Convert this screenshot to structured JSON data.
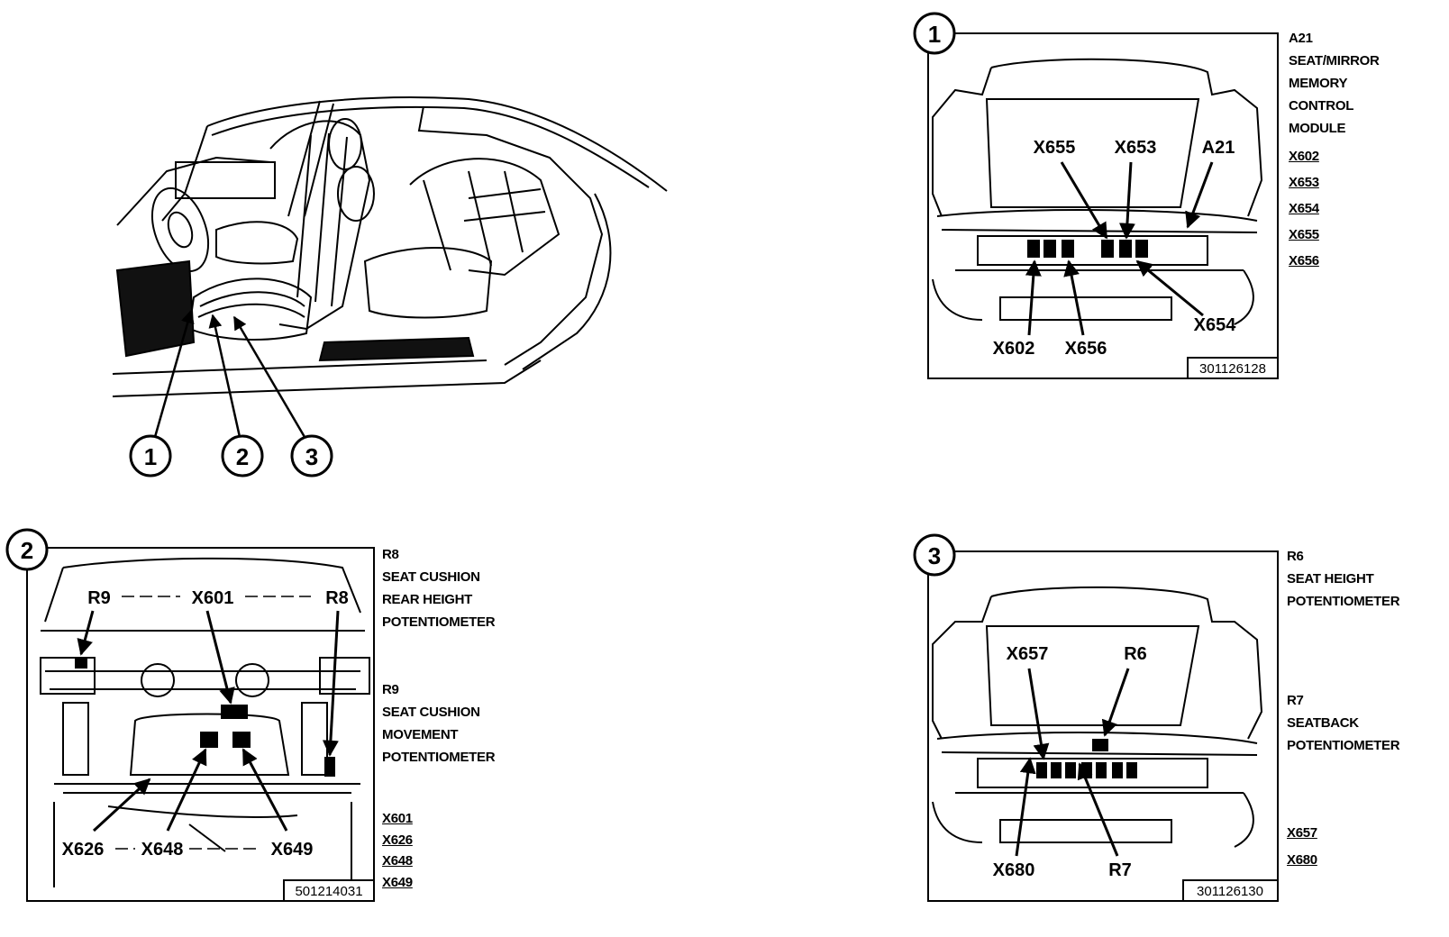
{
  "overview": {
    "markers": [
      "1",
      "2",
      "3"
    ]
  },
  "panel1": {
    "number": "1",
    "figure_id": "301126128",
    "callouts": {
      "x655": "X655",
      "x653": "X653",
      "a21": "A21",
      "x602": "X602",
      "x656": "X656",
      "x654": "X654"
    },
    "legend": {
      "code": "A21",
      "desc": [
        "SEAT/MIRROR",
        "MEMORY",
        "CONTROL",
        "MODULE"
      ],
      "connectors": [
        "X602",
        "X653",
        "X654",
        "X655",
        "X656"
      ]
    }
  },
  "panel2": {
    "number": "2",
    "figure_id": "501214031",
    "callouts": {
      "r9": "R9",
      "x601": "X601",
      "r8": "R8",
      "x626": "X626",
      "x648": "X648",
      "x649": "X649"
    },
    "legend": {
      "items": [
        {
          "code": "R8",
          "desc": [
            "SEAT CUSHION",
            "REAR HEIGHT",
            "POTENTIOMETER"
          ]
        },
        {
          "code": "R9",
          "desc": [
            "SEAT CUSHION",
            "MOVEMENT",
            "POTENTIOMETER"
          ]
        }
      ],
      "connectors": [
        "X601",
        "X626",
        "X648",
        "X649"
      ]
    }
  },
  "panel3": {
    "number": "3",
    "figure_id": "301126130",
    "callouts": {
      "x657": "X657",
      "r6": "R6",
      "x680": "X680",
      "r7": "R7"
    },
    "legend": {
      "items": [
        {
          "code": "R6",
          "desc": [
            "SEAT HEIGHT",
            "POTENTIOMETER"
          ]
        },
        {
          "code": "R7",
          "desc": [
            "SEATBACK",
            "POTENTIOMETER"
          ]
        }
      ],
      "connectors": [
        "X657",
        "X680"
      ]
    }
  }
}
